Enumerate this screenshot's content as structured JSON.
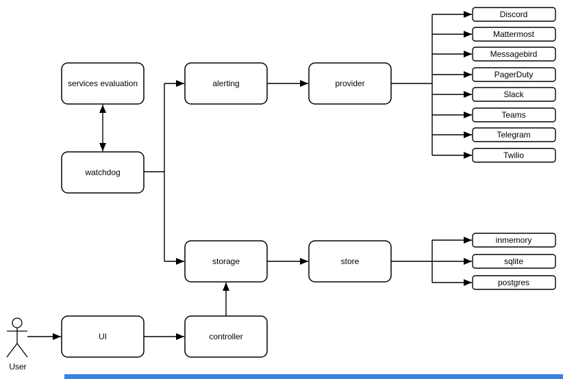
{
  "nodes": {
    "services_evaluation": "services evaluation",
    "watchdog": "watchdog",
    "alerting": "alerting",
    "provider": "provider",
    "storage": "storage",
    "store": "store",
    "ui": "UI",
    "controller": "controller"
  },
  "providers": [
    "Discord",
    "Mattermost",
    "Messagebird",
    "PagerDuty",
    "Slack",
    "Teams",
    "Telegram",
    "Twilio"
  ],
  "stores": [
    "inmemory",
    "sqlite",
    "postgres"
  ],
  "actor": {
    "label": "User"
  },
  "colors": {
    "background": "#ffffff",
    "node_fill": "#ffffff",
    "node_stroke": "#000000",
    "text": "#000000",
    "scrollbar_thumb": "#3584e4"
  }
}
